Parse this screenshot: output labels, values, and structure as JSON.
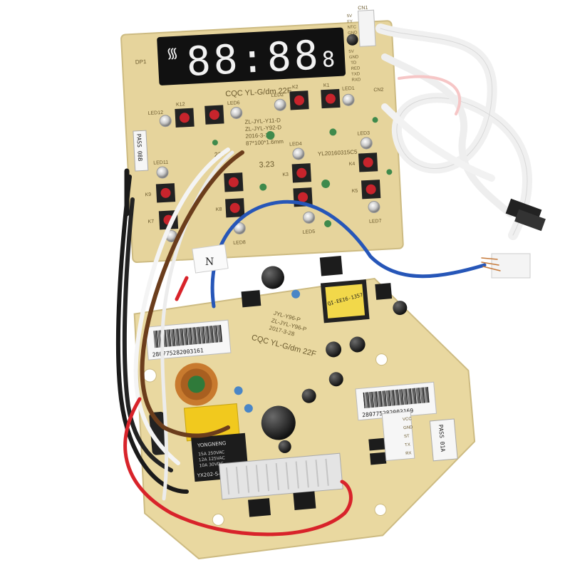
{
  "display": {
    "digits": "88:88",
    "suffix": "8",
    "connector_pins": [
      "5V",
      "FY",
      "NTC",
      "GND",
      "5V",
      "GND",
      "TD",
      "RED",
      "TXD",
      "RXD"
    ],
    "designator": "DP1"
  },
  "control_board": {
    "model_text": "CQC YL-G/dm 22F",
    "date_lines": [
      "ZL-JYL-Y11-D",
      "ZL-JYL-Y92-D",
      "2016-3-12",
      "87*100*1.6mm"
    ],
    "lot_code": "YL20160315C5",
    "connector_labels": [
      "CN1",
      "CN2"
    ],
    "keys": [
      "K12",
      "K2",
      "K1",
      "K9",
      "K7",
      "K8",
      "K3",
      "K4",
      "K5"
    ],
    "leds": [
      "LED12",
      "LED2",
      "LED1",
      "LED6",
      "LED11",
      "LED4",
      "LED3",
      "LED8",
      "LED5",
      "LED7"
    ],
    "side_label": "PASS 08B",
    "misc": "22F",
    "dots": "3.23"
  },
  "power_board": {
    "model_text": "CQC YL-G/dm 22F",
    "model_lines": [
      "JYL-Y96-P",
      "ZL-JYL-Y96-P",
      "2017-3-28"
    ],
    "relay_brand": "YONGNENG",
    "relay_model": "YX202-S-109DMF",
    "relay_ratings": [
      "15A 250VAC",
      "12A 125VAC",
      "10A 30VDC"
    ],
    "transformer_label": "QI-EE16-1357",
    "side_label": "PASS 01A",
    "connector_pins": [
      "VCC",
      "GND",
      "ST",
      "TX",
      "RX"
    ]
  },
  "barcodes": {
    "top": "280775282003161",
    "right": "280775282003169"
  },
  "wire_tag": "N"
}
